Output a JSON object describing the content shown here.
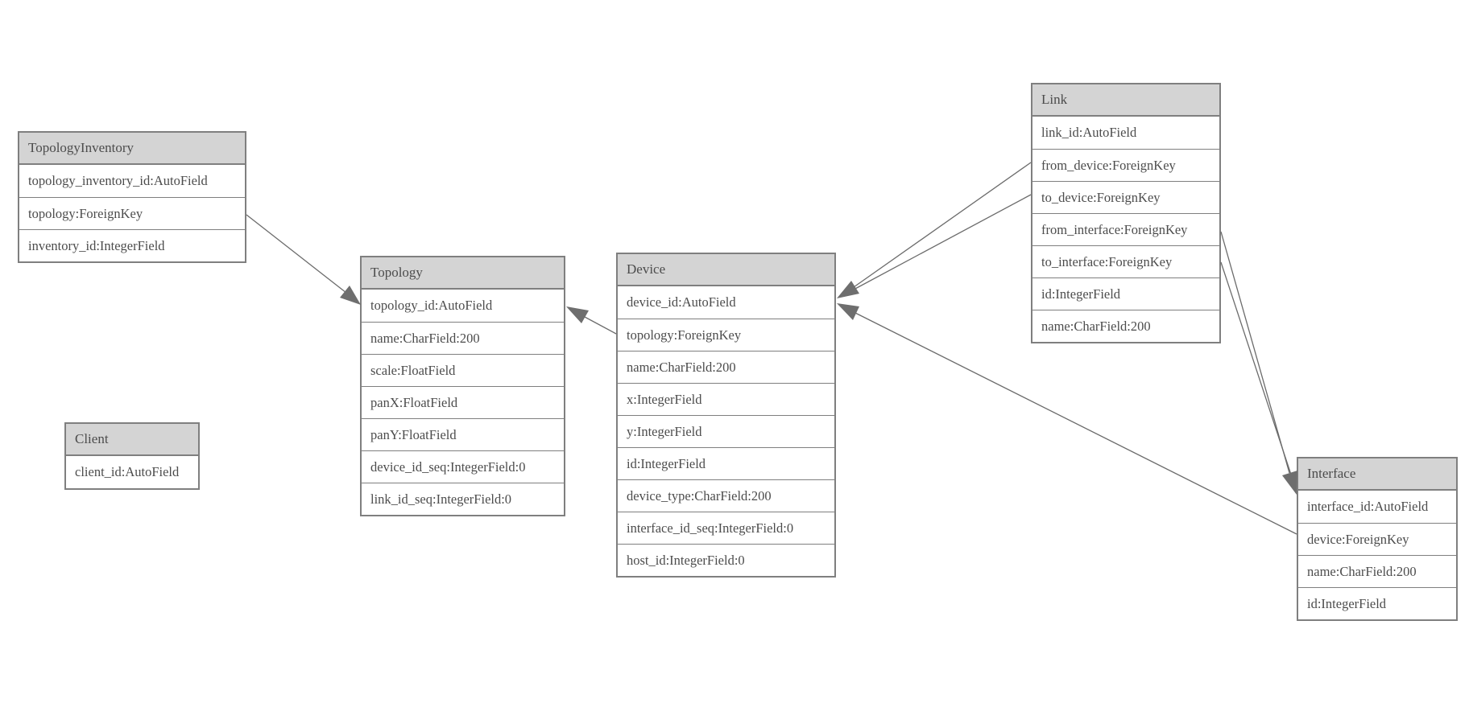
{
  "diagram": {
    "type": "entity-relationship-model",
    "colors": {
      "header_fill": "#d4d4d4",
      "border": "#7f7f7f",
      "text": "#4c4c4c",
      "line": "#6b6b6b",
      "arrow": "#6e6e6e",
      "background": "#ffffff"
    },
    "tables": {
      "topology_inventory": {
        "name": "TopologyInventory",
        "fields": [
          "topology_inventory_id:AutoField",
          "topology:ForeignKey",
          "inventory_id:IntegerField"
        ]
      },
      "topology": {
        "name": "Topology",
        "fields": [
          "topology_id:AutoField",
          "name:CharField:200",
          "scale:FloatField",
          "panX:FloatField",
          "panY:FloatField",
          "device_id_seq:IntegerField:0",
          "link_id_seq:IntegerField:0"
        ]
      },
      "client": {
        "name": "Client",
        "fields": [
          "client_id:AutoField"
        ]
      },
      "device": {
        "name": "Device",
        "fields": [
          "device_id:AutoField",
          "topology:ForeignKey",
          "name:CharField:200",
          "x:IntegerField",
          "y:IntegerField",
          "id:IntegerField",
          "device_type:CharField:200",
          "interface_id_seq:IntegerField:0",
          "host_id:IntegerField:0"
        ]
      },
      "link": {
        "name": "Link",
        "fields": [
          "link_id:AutoField",
          "from_device:ForeignKey",
          "to_device:ForeignKey",
          "from_interface:ForeignKey",
          "to_interface:ForeignKey",
          "id:IntegerField",
          "name:CharField:200"
        ]
      },
      "interface": {
        "name": "Interface",
        "fields": [
          "interface_id:AutoField",
          "device:ForeignKey",
          "name:CharField:200",
          "id:IntegerField"
        ]
      }
    },
    "relations": [
      {
        "from": "TopologyInventory.topology",
        "to": "Topology.topology_id"
      },
      {
        "from": "Device.topology",
        "to": "Topology.topology_id"
      },
      {
        "from": "Link.from_device",
        "to": "Device.device_id"
      },
      {
        "from": "Link.to_device",
        "to": "Device.device_id"
      },
      {
        "from": "Link.from_interface",
        "to": "Interface.interface_id"
      },
      {
        "from": "Link.to_interface",
        "to": "Interface.interface_id"
      },
      {
        "from": "Interface.device",
        "to": "Device.device_id"
      }
    ]
  }
}
